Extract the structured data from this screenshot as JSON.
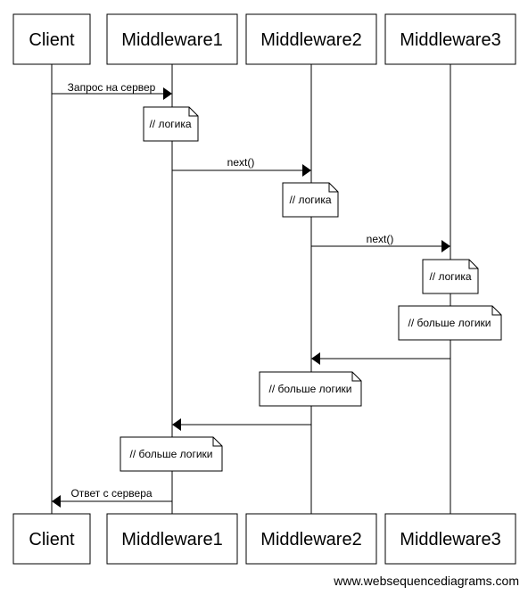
{
  "participants": [
    "Client",
    "Middleware1",
    "Middleware2",
    "Middleware3"
  ],
  "messages": [
    {
      "label": "Запрос на сервер"
    },
    {
      "label": "next()"
    },
    {
      "label": "next()"
    },
    {
      "label": ""
    },
    {
      "label": ""
    },
    {
      "label": "Ответ с сервера"
    }
  ],
  "notes": [
    {
      "text": "// логика"
    },
    {
      "text": "// логика"
    },
    {
      "text": "// логика"
    },
    {
      "text": "// больше логики"
    },
    {
      "text": "// больше логики"
    },
    {
      "text": "// больше логики"
    }
  ],
  "footer": "www.websequencediagrams.com"
}
